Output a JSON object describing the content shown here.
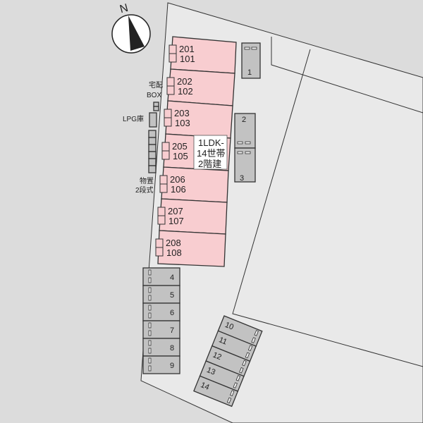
{
  "compass": {
    "label": "N"
  },
  "units": [
    {
      "upper": "201",
      "lower": "101"
    },
    {
      "upper": "202",
      "lower": "102"
    },
    {
      "upper": "203",
      "lower": "103"
    },
    {
      "upper": "205",
      "lower": "105"
    },
    {
      "upper": "206",
      "lower": "106"
    },
    {
      "upper": "207",
      "lower": "107"
    },
    {
      "upper": "208",
      "lower": "108"
    }
  ],
  "building_info": {
    "line1": "1LDK-",
    "line2": "14世帯",
    "line3": "2階建"
  },
  "facilities": {
    "delivery_box_line1": "宅配",
    "delivery_box_line2": "BOX",
    "lpg": "LPG庫",
    "storage_line1": "物置",
    "storage_line2": "2段式"
  },
  "parking": [
    "1",
    "2",
    "3",
    "4",
    "5",
    "6",
    "7",
    "8",
    "9",
    "10",
    "11",
    "12",
    "13",
    "14"
  ],
  "colors": {
    "building": "#f8cdd0",
    "parking": "#c2c2c2",
    "ground": "#e9e9e9",
    "outside": "#dcdcdc"
  }
}
